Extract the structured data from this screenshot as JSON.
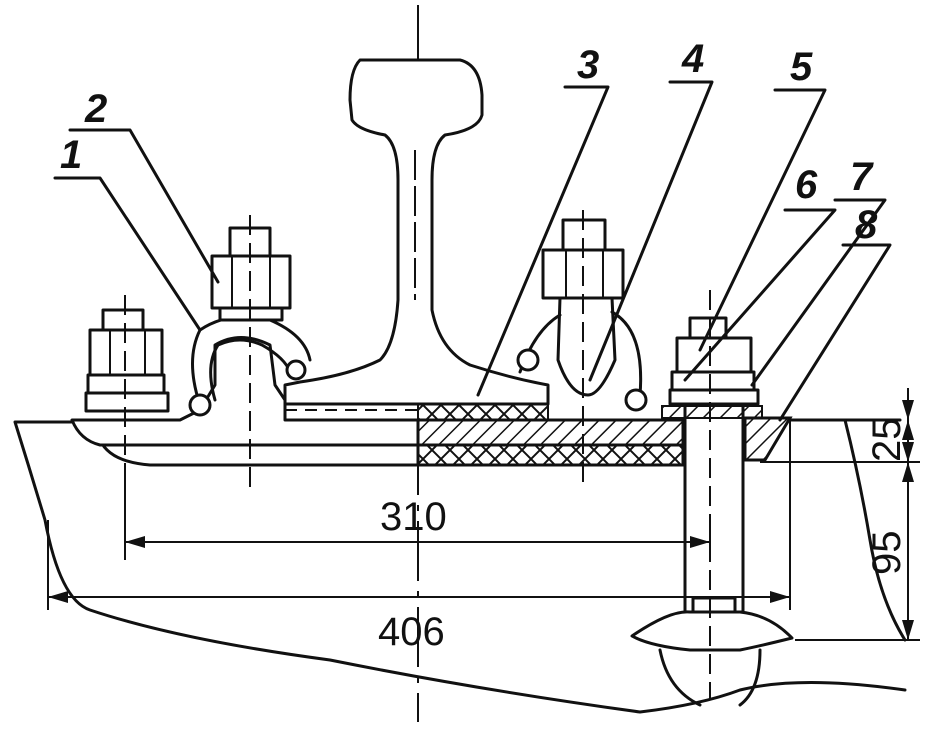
{
  "callouts": [
    "1",
    "2",
    "3",
    "4",
    "5",
    "6",
    "7",
    "8"
  ],
  "dimensions": {
    "inner_width": "310",
    "outer_width": "406",
    "pad_thickness": "25",
    "sleeper_depth": "95"
  },
  "colors": {
    "ink": "#111111",
    "paper": "#ffffff"
  }
}
